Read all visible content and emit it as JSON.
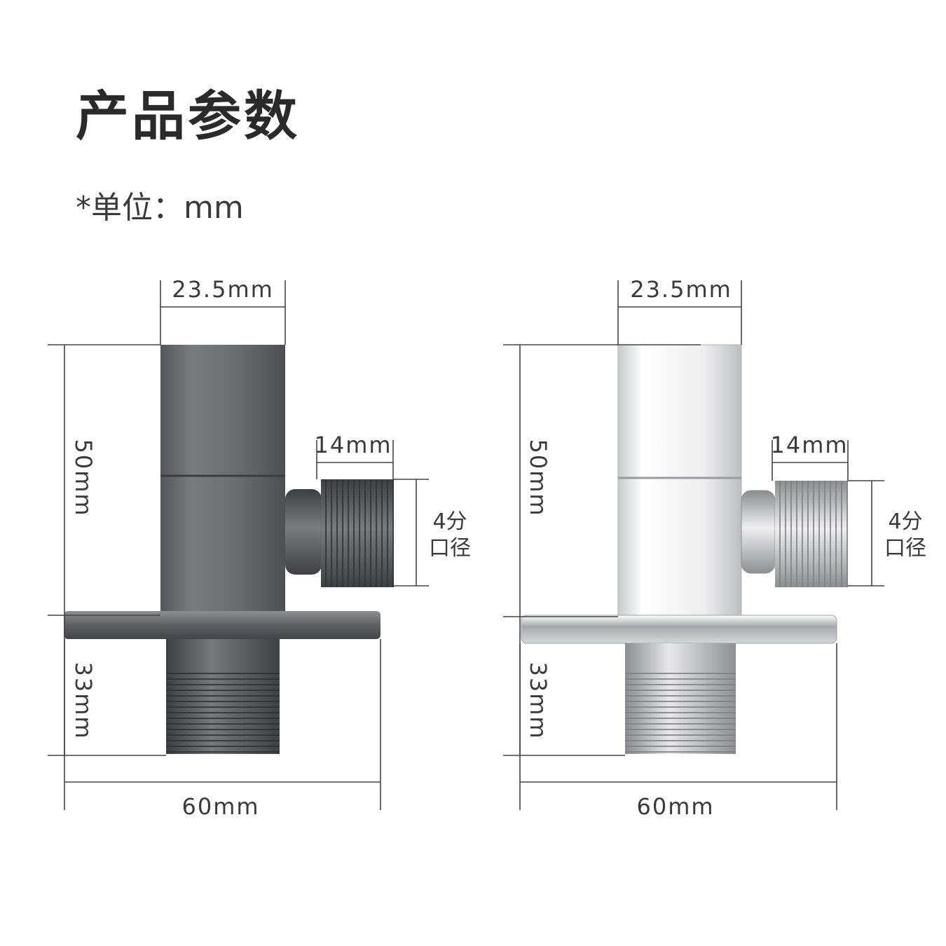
{
  "header": {
    "title": "产品参数",
    "unit_note": "*单位：mm"
  },
  "valves": [
    {
      "finish": "gunmetal",
      "colors": {
        "body": "#6f7072",
        "body_light": "#8a8b8d",
        "body_dark": "#4d4e50",
        "thread": "#5a5b5d"
      },
      "dims": {
        "top_width": "23.5mm",
        "height": "50mm",
        "outlet_length": "14mm",
        "outlet_size_line1": "4分",
        "outlet_size_line2": "口径",
        "bottom_height": "33mm",
        "flange_width": "60mm"
      }
    },
    {
      "finish": "chrome",
      "colors": {
        "body": "#e9e9ea",
        "body_light": "#ffffff",
        "body_dark": "#9c9da0",
        "thread": "#b9babd"
      },
      "dims": {
        "top_width": "23.5mm",
        "height": "50mm",
        "outlet_length": "14mm",
        "outlet_size_line1": "4分",
        "outlet_size_line2": "口径",
        "bottom_height": "33mm",
        "flange_width": "60mm"
      }
    }
  ]
}
